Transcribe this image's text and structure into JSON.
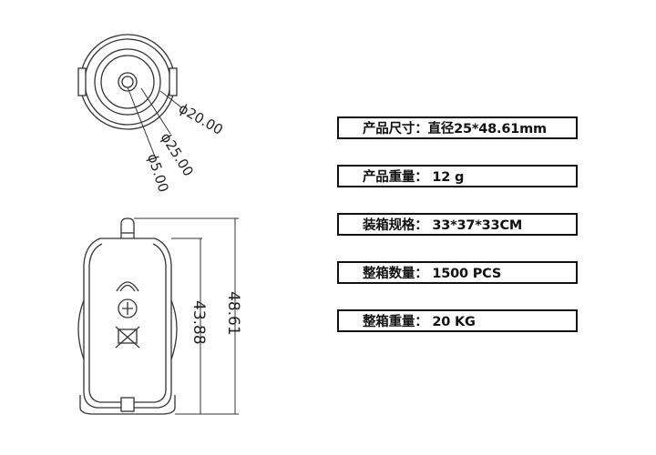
{
  "top_view": {
    "dimensions": [
      {
        "label": "ϕ20.00"
      },
      {
        "label": "ϕ25.00"
      },
      {
        "label": "ϕ5.00"
      }
    ]
  },
  "side_view": {
    "height_outer": "48.61",
    "height_inner": "43.88"
  },
  "specs": [
    {
      "text": "产品尺寸：直径25*48.61mm"
    },
    {
      "text": "产品重量：  12 g"
    },
    {
      "text": "装箱规格：  33*37*33CM"
    },
    {
      "text": "整箱数量：  1500 PCS"
    },
    {
      "text": "整箱重量：  20 KG"
    }
  ]
}
